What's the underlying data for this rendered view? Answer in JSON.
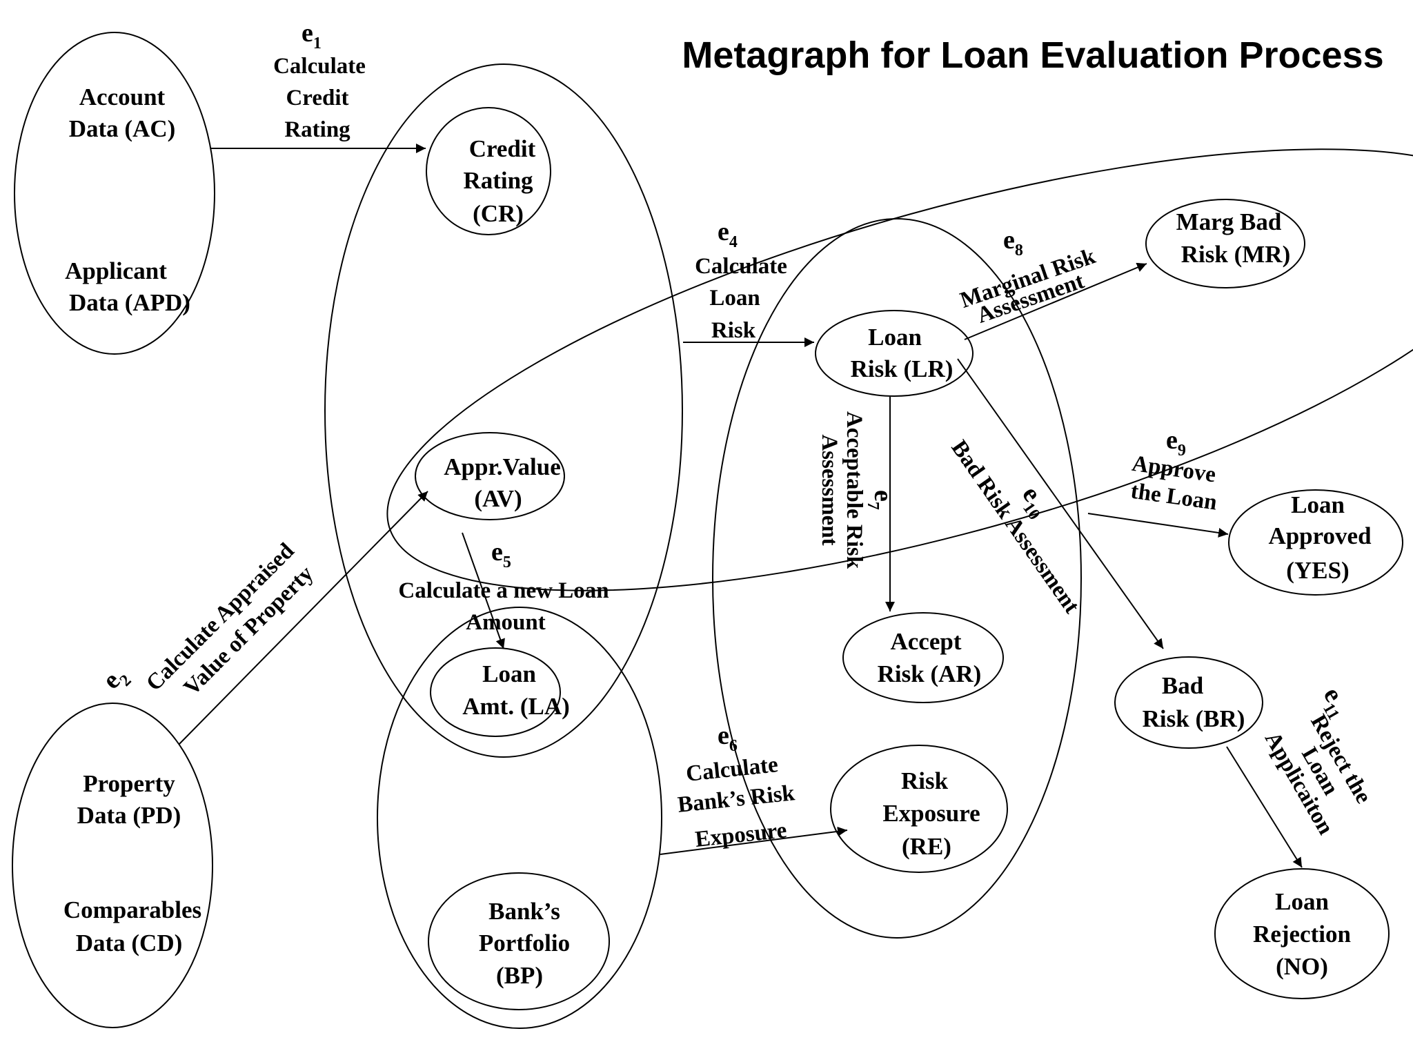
{
  "title": "Metagraph for Loan Evaluation Process",
  "nodes": {
    "ac": [
      "Account",
      "Data (AC)"
    ],
    "apd": [
      "Applicant",
      "Data (APD)"
    ],
    "cr": [
      "Credit",
      "Rating",
      "(CR)"
    ],
    "av": [
      "Appr.Value",
      "(AV)"
    ],
    "la": [
      "Loan",
      "Amt. (LA)"
    ],
    "pd": [
      "Property",
      "Data (PD)"
    ],
    "cd": [
      "Comparables",
      "Data (CD)"
    ],
    "bp": [
      "Bank’s",
      "Portfolio",
      "(BP)"
    ],
    "lr": [
      "Loan",
      "Risk (LR)"
    ],
    "ar": [
      "Accept",
      "Risk (AR)"
    ],
    "re": [
      "Risk",
      "Exposure",
      "(RE)"
    ],
    "mr": [
      "Marg Bad",
      "Risk (MR)"
    ],
    "yes": [
      "Loan",
      "Approved",
      "(YES)"
    ],
    "br": [
      "Bad",
      "Risk (BR)"
    ],
    "no": [
      "Loan",
      "Rejection",
      "(NO)"
    ]
  },
  "edges": {
    "e1": {
      "id": "e",
      "num": "1",
      "label": [
        "Calculate",
        "Credit",
        "Rating"
      ]
    },
    "e2": {
      "id": "e",
      "num": "2",
      "label": [
        "Calculate Appraised",
        "Value of Property"
      ]
    },
    "e4": {
      "id": "e",
      "num": "4",
      "label": [
        "Calculate",
        "Loan",
        "Risk"
      ]
    },
    "e5": {
      "id": "e",
      "num": "5",
      "label": [
        "Calculate a new Loan",
        "Amount"
      ]
    },
    "e6": {
      "id": "e",
      "num": "6",
      "label": [
        "Calculate",
        "Bank’s Risk",
        "Exposure"
      ]
    },
    "e7": {
      "id": "e",
      "num": "7",
      "label": [
        "Acceptable Risk",
        "Assessment"
      ]
    },
    "e8": {
      "id": "e",
      "num": "8",
      "label": [
        "Marginal Risk",
        "Assessment"
      ]
    },
    "e9": {
      "id": "e",
      "num": "9",
      "label": [
        "Approve",
        "the Loan"
      ]
    },
    "e10": {
      "id": "e",
      "num": "10",
      "label": [
        "Bad Risk Assessment"
      ]
    },
    "e11": {
      "id": "e",
      "num": "11",
      "label": [
        "Reject the",
        "Loan",
        "Applicaiton"
      ]
    }
  }
}
